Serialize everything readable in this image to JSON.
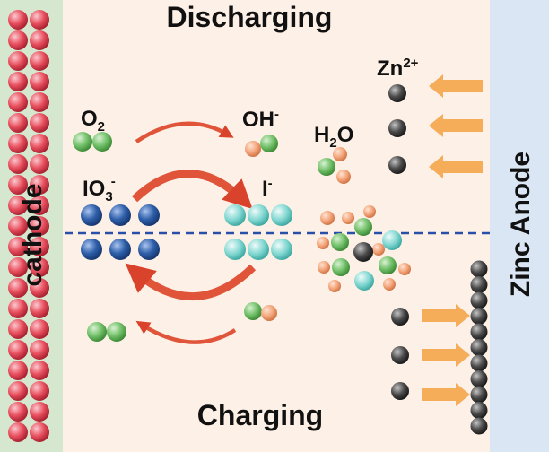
{
  "titles": {
    "discharging": "Discharging",
    "charging": "Charging"
  },
  "electrodes": {
    "cathode": "cathode",
    "anode": "Zinc Anode"
  },
  "species": {
    "o2": {
      "base": "O",
      "sub": "2"
    },
    "oh": {
      "base": "OH",
      "sup": "-"
    },
    "h2o": {
      "base": "H",
      "sub": "2",
      "tail": "O"
    },
    "io3": {
      "base": "IO",
      "sub": "3",
      "sup": "-"
    },
    "iodide": {
      "base": "I",
      "sup": "-"
    },
    "zn": {
      "base": "Zn",
      "sup": "2+"
    }
  },
  "colors": {
    "cathode_panel": "#d5e8cf",
    "anode_panel": "#dae6f4",
    "electrolyte": "#fdf0e6",
    "cathode_particle": "#e8505f",
    "iodate": "#2f5faa",
    "iodide": "#7fd6d0",
    "oxygen": "#74c26c",
    "hydrogen": "#f4a77d",
    "zinc": "#4a4a4a",
    "reaction_arrow": "#e0543a",
    "zinc_arrow": "#f6ad5a",
    "divider": "#2a4fa8"
  }
}
